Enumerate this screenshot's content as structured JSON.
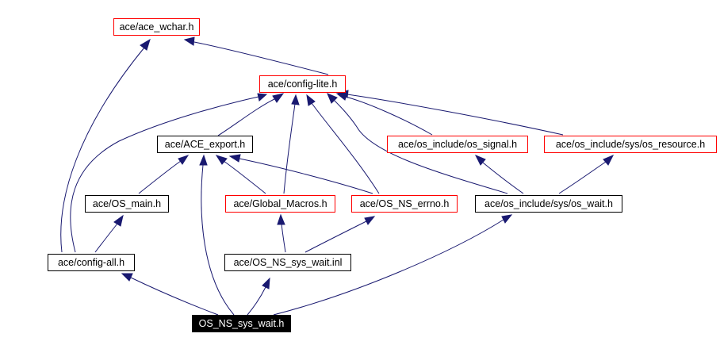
{
  "diagram": {
    "colors": {
      "edge": "#191970",
      "red_border": "#ff0000",
      "black_border": "#000000",
      "focus_fill": "#000000",
      "focus_text": "#ffffff"
    },
    "nodes": [
      {
        "id": "ace_wchar",
        "label": "ace/ace_wchar.h",
        "style": "red"
      },
      {
        "id": "config_lite",
        "label": "ace/config-lite.h",
        "style": "red"
      },
      {
        "id": "ace_export",
        "label": "ace/ACE_export.h",
        "style": "black"
      },
      {
        "id": "os_signal",
        "label": "ace/os_include/os_signal.h",
        "style": "red"
      },
      {
        "id": "os_resource",
        "label": "ace/os_include/sys/os_resource.h",
        "style": "red"
      },
      {
        "id": "os_main",
        "label": "ace/OS_main.h",
        "style": "black"
      },
      {
        "id": "global_macros",
        "label": "ace/Global_Macros.h",
        "style": "red"
      },
      {
        "id": "os_ns_errno",
        "label": "ace/OS_NS_errno.h",
        "style": "red"
      },
      {
        "id": "os_wait",
        "label": "ace/os_include/sys/os_wait.h",
        "style": "black"
      },
      {
        "id": "config_all",
        "label": "ace/config-all.h",
        "style": "black"
      },
      {
        "id": "os_ns_sys_wait_inl",
        "label": "ace/OS_NS_sys_wait.inl",
        "style": "black"
      },
      {
        "id": "os_ns_sys_wait_h",
        "label": "OS_NS_sys_wait.h",
        "style": "focus"
      }
    ]
  }
}
